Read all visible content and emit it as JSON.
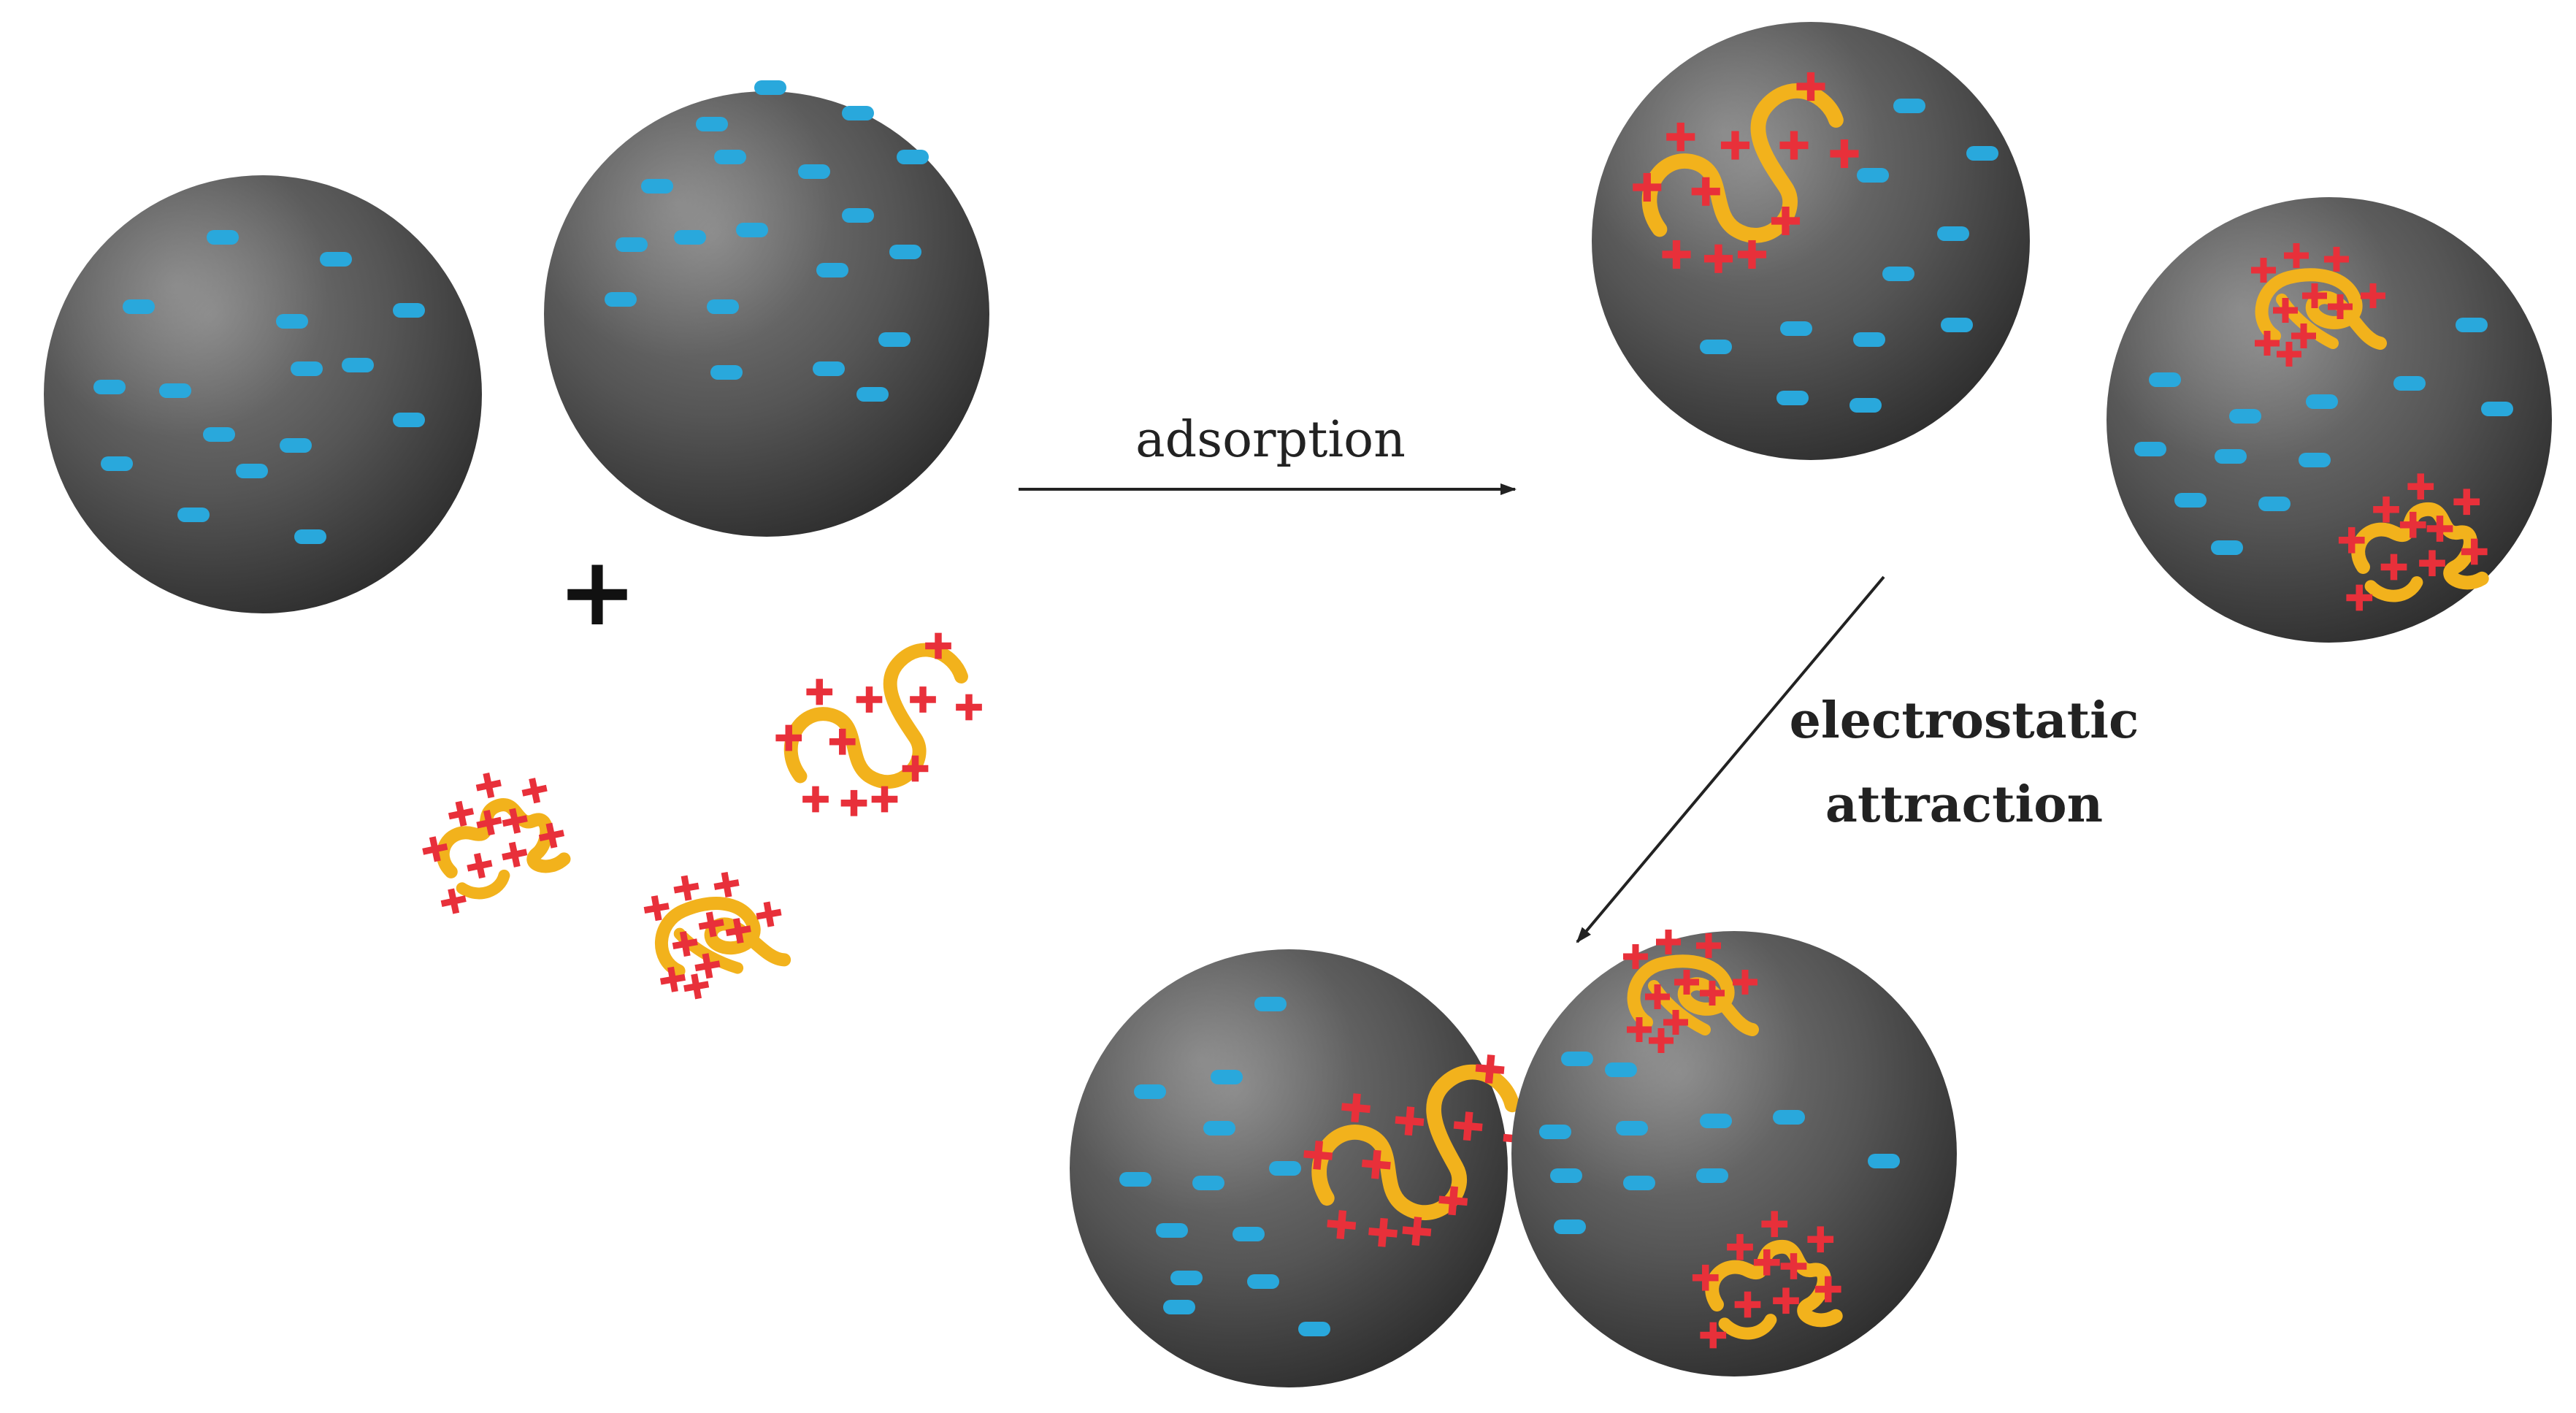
{
  "labels": {
    "adsorption": "adsorption",
    "electrostatic_line1": "electrostatic",
    "electrostatic_line2": "attraction",
    "plus": "+"
  },
  "colors": {
    "particle_light": "#8a8a8a",
    "particle_mid": "#5a5a5a",
    "particle_dark": "#2e2e2e",
    "negative_charge": "#29a8dc",
    "positive_charge": "#e8303a",
    "polymer": "#f2b21c",
    "arrow": "#222222"
  },
  "charges": {
    "negative_symbol": "−",
    "positive_symbol": "+"
  }
}
